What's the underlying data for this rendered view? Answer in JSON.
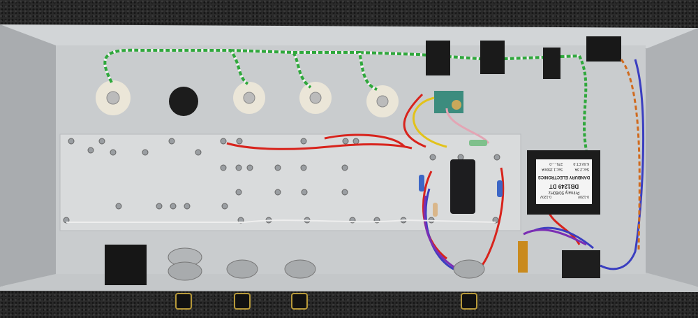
{
  "transformer_label": {
    "brand": "DANBURY ELECTRONICS",
    "model": "DB1249 DT",
    "primary": "Primary 50/60Hz",
    "tap_left": "0-120V",
    "tap_right": "0-120V",
    "sec1": "Sec.1 150mA",
    "sec1_v": "275-...-0",
    "sec2": "Sec.2  3A",
    "sec2_v": "6.3V-CT-0"
  },
  "colors": {
    "aluminum": "#b9bcbf",
    "floor": "#c9ccce",
    "board": "#d6d8d9",
    "wire_red": "#d8231c",
    "wire_green": "#2fa83c",
    "wire_blue": "#3a3ec0",
    "wire_orange": "#d06a1e"
  }
}
